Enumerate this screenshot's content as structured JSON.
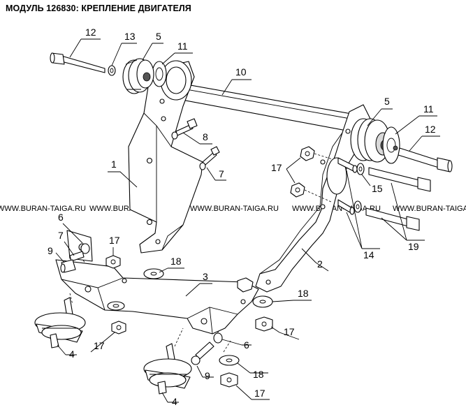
{
  "title": "МОДУЛЬ 126830: КРЕПЛЕНИЕ ДВИГАТЕЛЯ",
  "watermark": "WWW.BURAN-TAIGA.RU",
  "callouts": {
    "c12a": "12",
    "c13": "13",
    "c5a": "5",
    "c11a": "11",
    "c10": "10",
    "c5b": "5",
    "c11b": "11",
    "c12b": "12",
    "c8": "8",
    "c1": "1",
    "c7a": "7",
    "c17a": "17",
    "c15": "15",
    "c14": "14",
    "c19": "19",
    "c6a": "6",
    "c7b": "7",
    "c9a": "9",
    "c17b": "17",
    "c18a": "18",
    "c2": "2",
    "c3": "3",
    "c18b": "18",
    "c17c": "17",
    "c17d": "17",
    "c4a": "4",
    "c6b": "6",
    "c9b": "9",
    "c18c": "18",
    "c4b": "4",
    "c17e": "17"
  }
}
